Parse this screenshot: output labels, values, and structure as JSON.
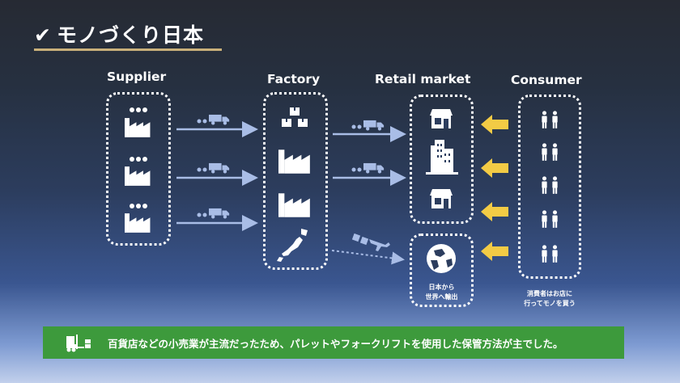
{
  "title": {
    "check": "✔",
    "text": "モノづくり日本"
  },
  "columns": {
    "supplier": "Supplier",
    "factory": "Factory",
    "retail": "Retail market",
    "consumer": "Consumer"
  },
  "captions": {
    "export_line1": "日本から",
    "export_line2": "世界へ輸出",
    "consumer_line1": "消費者はお店に",
    "consumer_line2": "行ってモノを買う"
  },
  "banner": {
    "text": "百貨店などの小売業が主流だったため、パレットやフォークリフトを使用した保管方法が主でした。",
    "color": "#3d9a3c"
  },
  "colors": {
    "accent_gold": "#c9b07a",
    "arrow_blue": "#a9bde6",
    "arrow_yellow": "#f3cb45"
  }
}
